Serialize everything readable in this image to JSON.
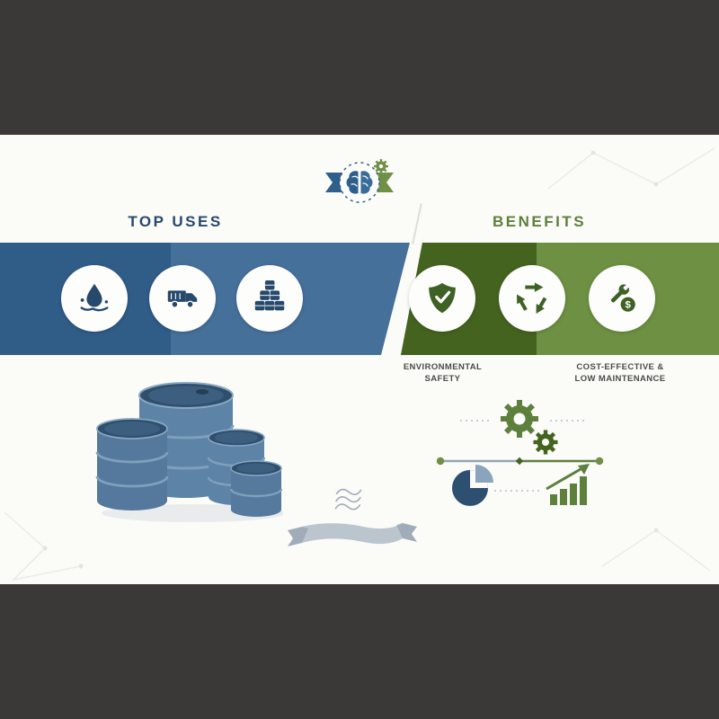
{
  "page": {
    "background": "#3a3938",
    "panel_background": "#fbfbf8"
  },
  "badge": {
    "icon": "brain-gear-emblem",
    "ribbon_left_color": "#2f5f8b",
    "ribbon_right_color": "#6f9145"
  },
  "uses": {
    "title": "TOP USES",
    "title_color": "#27496b",
    "band_dark_color": "#305c88",
    "band_light_color": "#45709a",
    "icons": [
      "oil-drop-icon",
      "truck-icon",
      "stacked-drums-icon"
    ]
  },
  "benefits": {
    "title": "BENEFITS",
    "title_color": "#5e803c",
    "band_dark_color": "#44631f",
    "band_light_color": "#6d9042",
    "icons": [
      "shield-check-icon",
      "recycle-icon",
      "wrench-savings-icon"
    ],
    "money_symbol": "$",
    "labels": [
      {
        "line1": "ENVIRONMENTAL",
        "line2": "SAFETY"
      },
      {
        "line1": "COST-EFFECTIVE &",
        "line2": "LOW MAINTENANCE"
      }
    ]
  },
  "illustrations": {
    "barrels": {
      "name": "steel-drums-illustration",
      "color": "#5d83a6"
    },
    "ribbon_banner": {
      "name": "ribbon-banner",
      "color": "#bac5ce"
    },
    "gears": {
      "name": "process-gears",
      "color": "#5d803d"
    },
    "timeline": {
      "name": "timeline-connector",
      "dot_color": "#6d9044"
    },
    "pie_chart": {
      "name": "pie-chart-graphic",
      "color": "#2d4f70"
    },
    "bar_chart": {
      "name": "growth-bar-chart",
      "color": "#5d803d"
    }
  }
}
